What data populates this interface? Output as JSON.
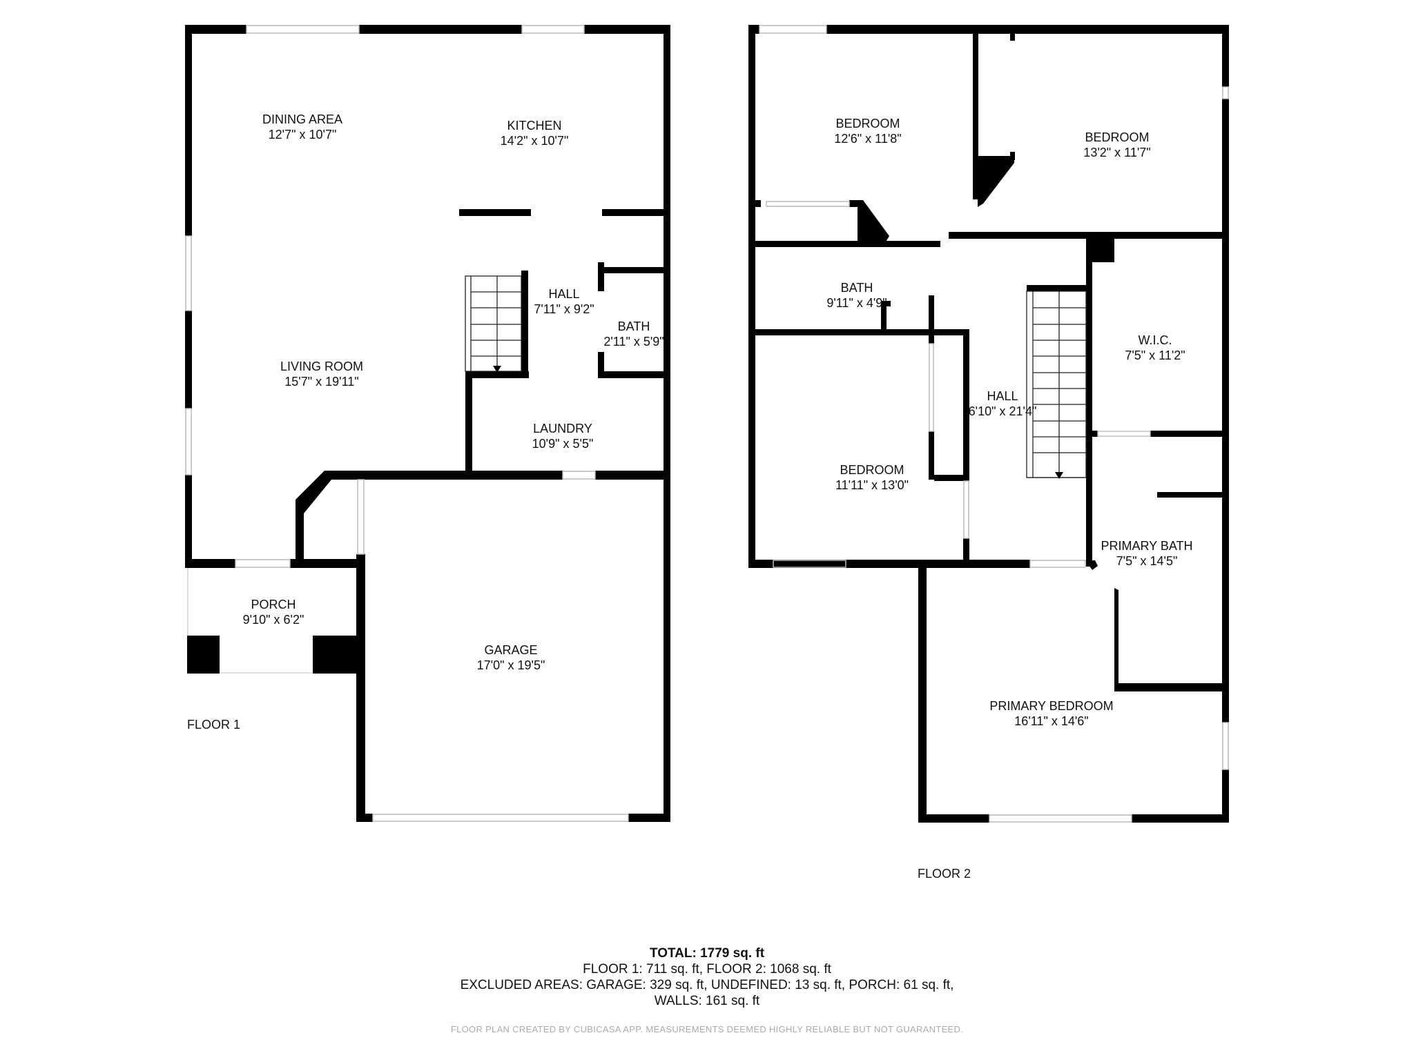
{
  "floor1": {
    "label": "FLOOR 1",
    "rooms": [
      {
        "name": "DINING AREA",
        "size": "12'7\" x 10'7\""
      },
      {
        "name": "KITCHEN",
        "size": "14'2\" x 10'7\""
      },
      {
        "name": "HALL",
        "size": "7'11\" x 9'2\""
      },
      {
        "name": "BATH",
        "size": "2'11\" x 5'9\""
      },
      {
        "name": "LIVING ROOM",
        "size": "15'7\" x 19'11\""
      },
      {
        "name": "LAUNDRY",
        "size": "10'9\" x 5'5\""
      },
      {
        "name": "PORCH",
        "size": "9'10\" x 6'2\""
      },
      {
        "name": "GARAGE",
        "size": "17'0\" x 19'5\""
      }
    ]
  },
  "floor2": {
    "label": "FLOOR 2",
    "rooms": [
      {
        "name": "BEDROOM",
        "size": "12'6\" x 11'8\""
      },
      {
        "name": "BEDROOM",
        "size": "13'2\" x 11'7\""
      },
      {
        "name": "BATH",
        "size": "9'11\" x 4'9\""
      },
      {
        "name": "W.I.C.",
        "size": "7'5\" x 11'2\""
      },
      {
        "name": "HALL",
        "size": "6'10\" x 21'4\""
      },
      {
        "name": "BEDROOM",
        "size": "11'11\" x 13'0\""
      },
      {
        "name": "PRIMARY BATH",
        "size": "7'5\" x 14'5\""
      },
      {
        "name": "PRIMARY BEDROOM",
        "size": "16'11\" x 14'6\""
      }
    ]
  },
  "summary": {
    "total": "TOTAL: 1779 sq. ft",
    "floors": "FLOOR 1: 711 sq. ft, FLOOR 2: 1068 sq. ft",
    "excluded": "EXCLUDED AREAS: GARAGE: 329 sq. ft, UNDEFINED: 13 sq. ft, PORCH: 61 sq. ft,",
    "walls": "WALLS: 161 sq. ft"
  },
  "disclaimer": "FLOOR PLAN CREATED BY CUBICASA APP. MEASUREMENTS DEEMED HIGHLY RELIABLE BUT NOT GUARANTEED."
}
